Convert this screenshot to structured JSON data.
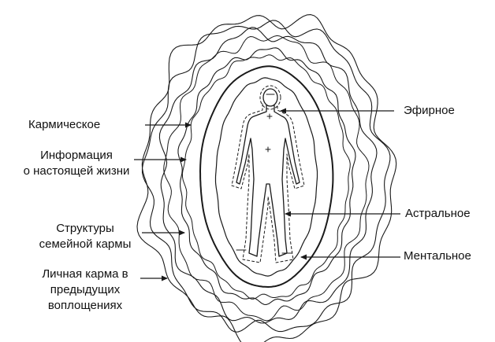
{
  "labels": {
    "karmic": "Кармическое",
    "current_life_line1": "Информация",
    "current_life_line2": "о настоящей жизни",
    "family_line1": "Структуры",
    "family_line2": "семейной кармы",
    "personal_line1": "Личная карма в",
    "personal_line2": "предыдущих",
    "personal_line3": "воплощениях",
    "etheric": "Эфирное",
    "astral": "Астральное",
    "mental": "Ментальное"
  },
  "colors": {
    "ink": "#1a1a1a",
    "background": "#ffffff"
  }
}
